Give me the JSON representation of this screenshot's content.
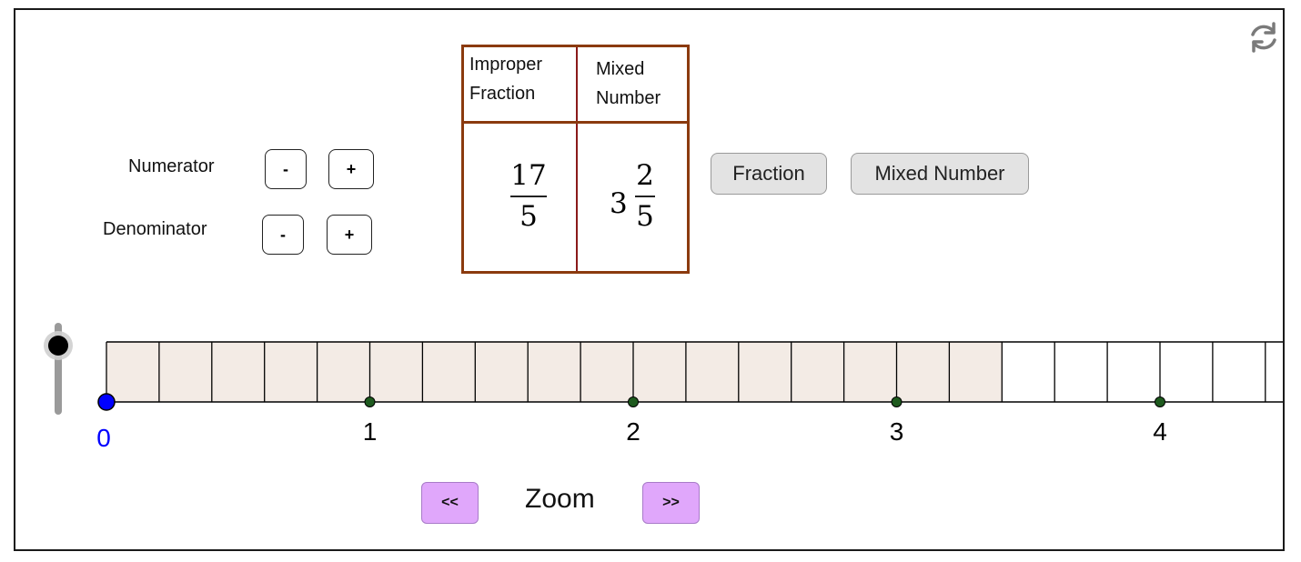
{
  "controls": {
    "numerator_label": "Numerator",
    "denominator_label": "Denominator",
    "minus_label": "-",
    "plus_label": "+"
  },
  "table": {
    "header_improper_line1": "Improper",
    "header_improper_line2": "Fraction",
    "header_mixed_line1": "Mixed",
    "header_mixed_line2": "Number",
    "improper_numerator": "17",
    "improper_denominator": "5",
    "mixed_whole": "3",
    "mixed_numerator": "2",
    "mixed_denominator": "5"
  },
  "buttons": {
    "fraction": "Fraction",
    "mixed_number": "Mixed Number"
  },
  "zoom": {
    "label": "Zoom",
    "out_label": "<<",
    "in_label": ">>"
  },
  "number_line": {
    "denominator": 5,
    "shaded_parts": 17,
    "point_value": 0,
    "tick_labels": [
      "0",
      "1",
      "2",
      "3",
      "4"
    ]
  },
  "colors": {
    "table_border": "#8b3a0e",
    "shade_fill": "#f3ebe5",
    "zoom_button": "#e0a7fb",
    "gray_button": "#e3e3e3",
    "point_blue": "#0000ff",
    "integer_dot": "#1e5a1e"
  },
  "icons": {
    "reset": "reset-icon",
    "slider": "vertical-slider"
  }
}
